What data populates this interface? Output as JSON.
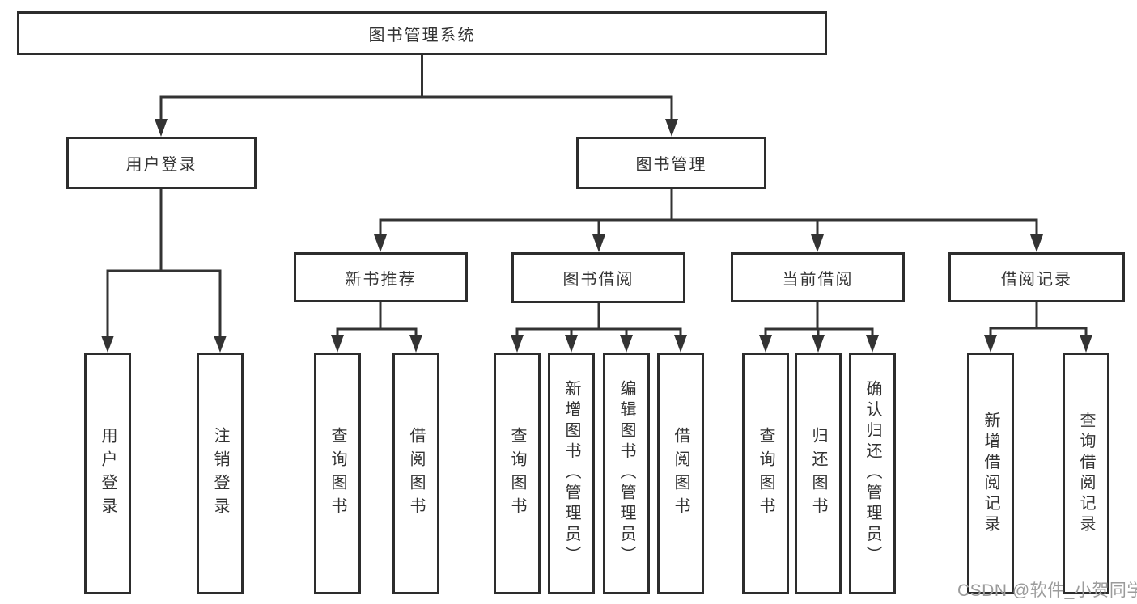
{
  "tree": {
    "label": "图书管理系统",
    "children": [
      {
        "label": "用户登录",
        "children": [
          {
            "label": "用户登录"
          },
          {
            "label": "注销登录"
          }
        ]
      },
      {
        "label": "图书管理",
        "children": [
          {
            "label": "新书推荐",
            "children": [
              {
                "label": "查询图书"
              },
              {
                "label": "借阅图书"
              }
            ]
          },
          {
            "label": "图书借阅",
            "children": [
              {
                "label": "查询图书"
              },
              {
                "label": "新增图书（管理员）"
              },
              {
                "label": "编辑图书（管理员）"
              },
              {
                "label": "借阅图书"
              }
            ]
          },
          {
            "label": "当前借阅",
            "children": [
              {
                "label": "查询图书"
              },
              {
                "label": "归还图书"
              },
              {
                "label": "确认归还（管理员）"
              }
            ]
          },
          {
            "label": "借阅记录",
            "children": [
              {
                "label": "新增借阅记录"
              },
              {
                "label": "查询借阅记录"
              }
            ]
          }
        ]
      }
    ]
  },
  "watermark": {
    "text": "CSDN @软件_小贺同学"
  },
  "colors": {
    "line": "#333333",
    "box_border": "#2d2d2d",
    "text": "#333333",
    "watermark": "#9b9b9b",
    "background": "#ffffff"
  }
}
